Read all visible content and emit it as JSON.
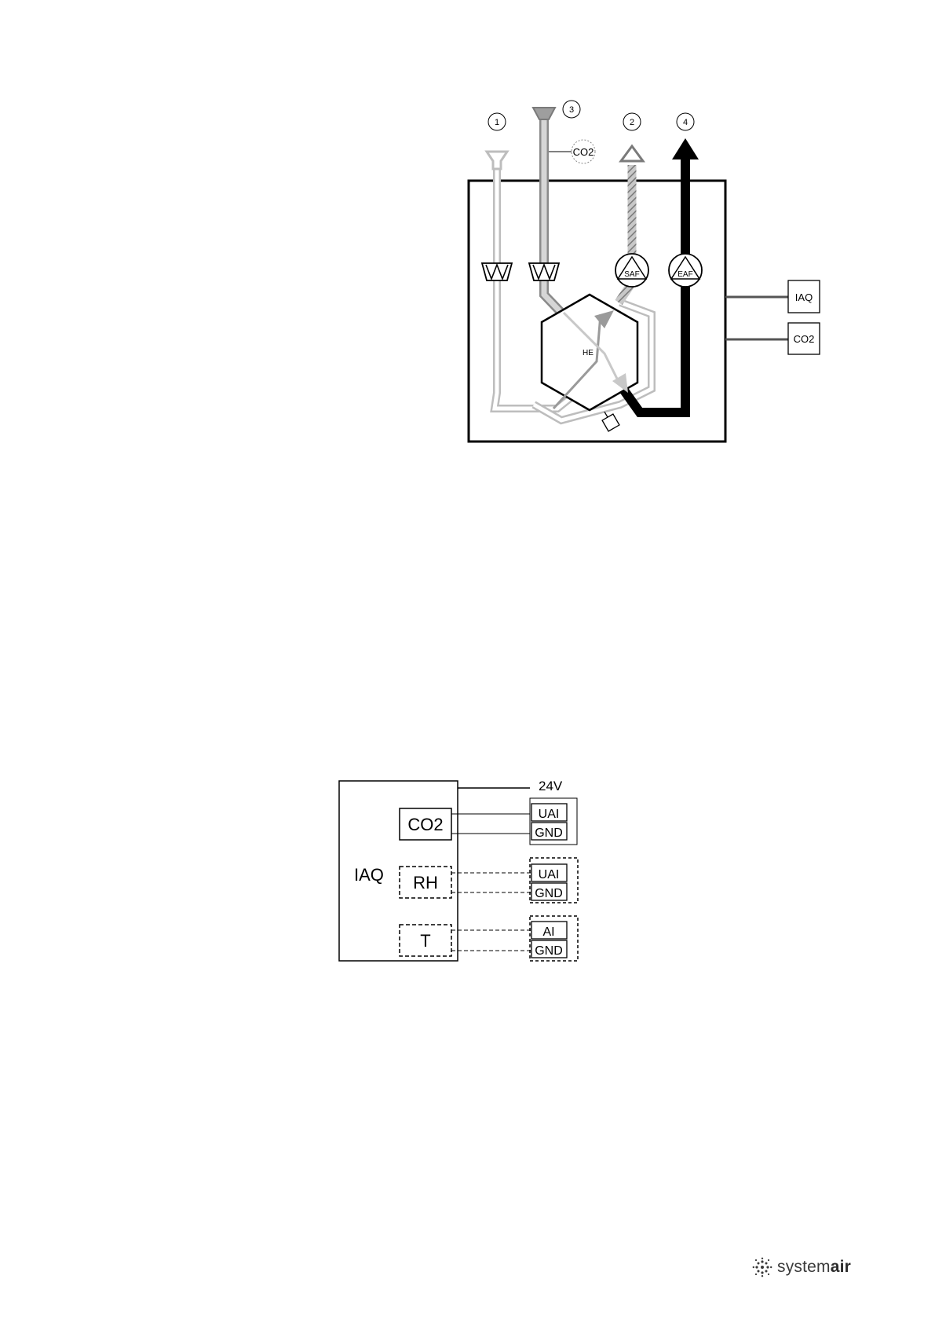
{
  "airflow_diagram": {
    "callouts": [
      "1",
      "2",
      "3",
      "4"
    ],
    "sensor_co2_label": "CO2",
    "fan_saf": "SAF",
    "fan_eaf": "EAF",
    "heat_exchanger": "HE",
    "box_iaq": "IAQ",
    "box_co2": "CO2"
  },
  "wiring_diagram": {
    "supply_label": "24V",
    "unit_label": "IAQ",
    "sensors": [
      "CO2",
      "RH",
      "T"
    ],
    "terminals": [
      [
        "UAI",
        "GND"
      ],
      [
        "UAI",
        "GND"
      ],
      [
        "AI",
        "GND"
      ]
    ]
  },
  "brand": {
    "logo_text_light": "system",
    "logo_text_bold": "air"
  }
}
